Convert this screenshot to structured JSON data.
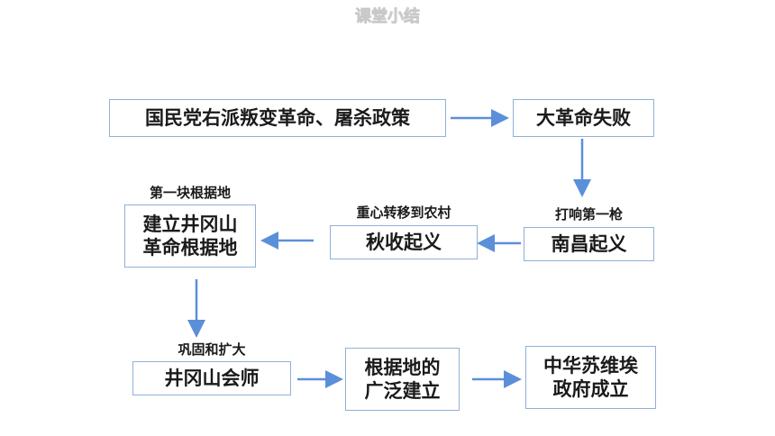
{
  "page_title": "课堂小结",
  "colors": {
    "arrow": "#5b8fd9",
    "box_border": "#8fb0d8"
  },
  "nodes": {
    "policy": {
      "line1": "国民党右派叛变革命、屠杀政策"
    },
    "failure": {
      "line1": "大革命失败"
    },
    "nanchang": {
      "caption": "打响第一枪",
      "line1": "南昌起义"
    },
    "autumn": {
      "caption": "重心转移到农村",
      "line1": "秋收起义"
    },
    "jinggangshan": {
      "caption": "第一块根据地",
      "line1": "建立井冈山",
      "line2": "革命根据地"
    },
    "meeting": {
      "caption": "巩固和扩大",
      "line1": "井冈山会师"
    },
    "bases": {
      "line1": "根据地的",
      "line2": "广泛建立"
    },
    "soviet": {
      "line1": "中华苏维埃",
      "line2": "政府成立"
    }
  }
}
